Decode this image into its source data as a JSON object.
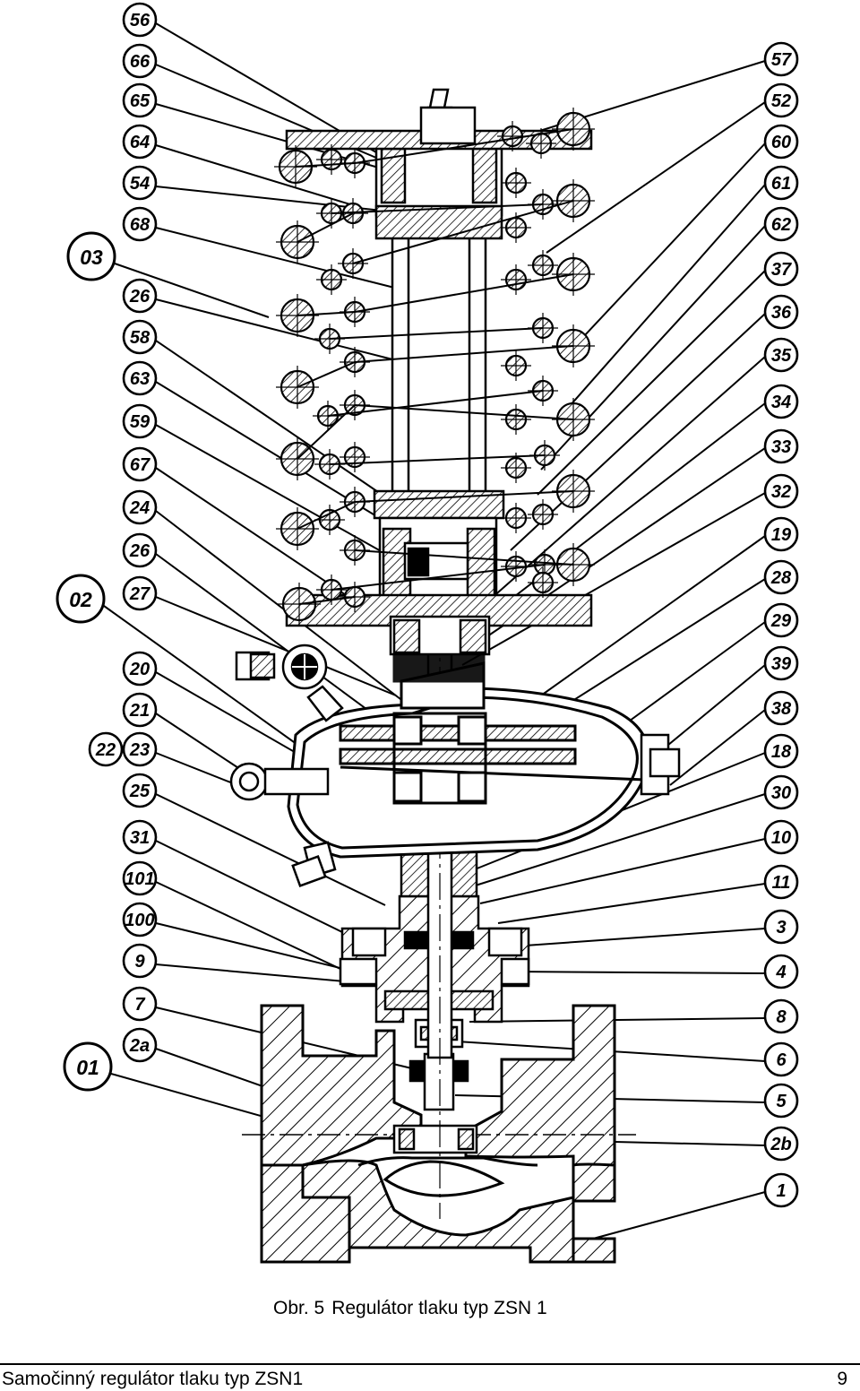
{
  "figure": {
    "caption_prefix": "Obr. 5",
    "caption_text": "Regulátor tlaku typ ZSN 1"
  },
  "footer": {
    "title": "Samočinný regulátor tlaku typ ZSN1",
    "page_number": "9"
  },
  "callouts": {
    "left": [
      "56",
      "66",
      "65",
      "64",
      "54",
      "68",
      "26",
      "58",
      "63",
      "59",
      "67",
      "24",
      "26",
      "27",
      "20",
      "21",
      "23",
      "25",
      "31",
      "101",
      "100",
      "9",
      "7",
      "2a"
    ],
    "left_extra": "22",
    "right": [
      "57",
      "52",
      "60",
      "61",
      "62",
      "37",
      "36",
      "35",
      "34",
      "33",
      "32",
      "19",
      "28",
      "29",
      "39",
      "38",
      "18",
      "30",
      "10",
      "11",
      "3",
      "4",
      "8",
      "6",
      "5",
      "2b",
      "1"
    ],
    "assemblies": [
      "03",
      "02",
      "01"
    ]
  }
}
